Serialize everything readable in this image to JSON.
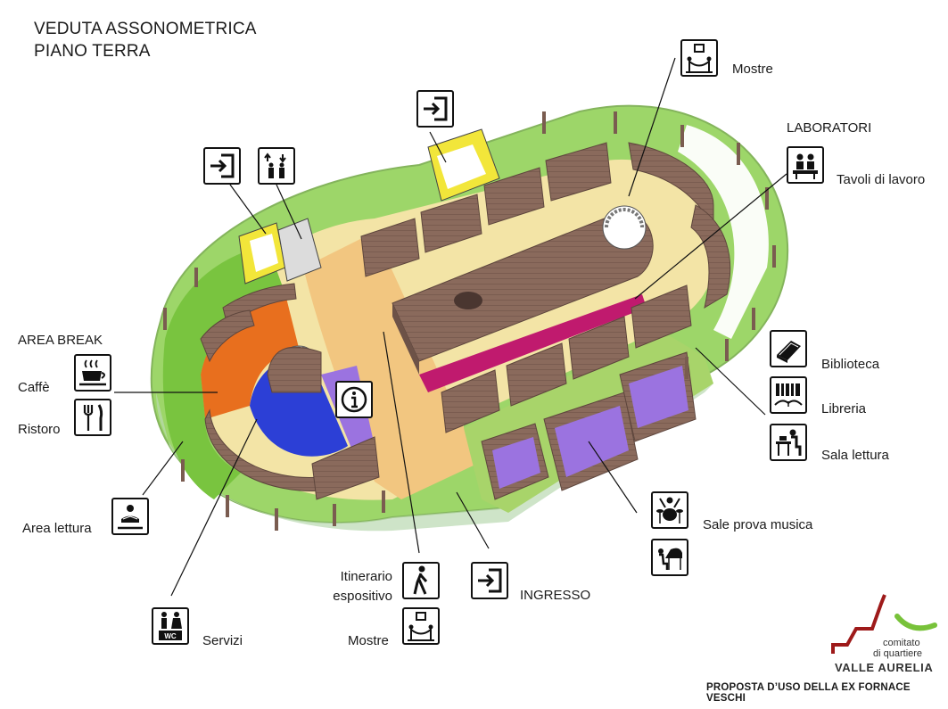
{
  "title": {
    "line1": "VEDUTA ASSONOMETRICA",
    "line2": "PIANO TERRA"
  },
  "labels": {
    "mostre_top": "Mostre",
    "laboratori": "LABORATORI",
    "tavoli": "Tavoli di lavoro",
    "area_break": "AREA BREAK",
    "caffe": "Caffè",
    "ristoro": "Ristoro",
    "biblioteca": "Biblioteca",
    "libreria": "Libreria",
    "sala_lettura": "Sala lettura",
    "sale_prova": "Sale prova musica",
    "area_lettura": "Area lettura",
    "itinerario_1": "Itinerario",
    "itinerario_2": "espositivo",
    "ingresso": "INGRESSO",
    "mostre_bottom": "Mostre",
    "servizi": "Servizi"
  },
  "logo": {
    "line1": "comitato",
    "line2": "di quartiere",
    "brand": "VALLE AURELIA"
  },
  "footer": "PROPOSTA D’USO DELLA EX FORNACE VESCHI",
  "icons": [
    "entrance-icon",
    "elevator-icon",
    "exhibition-icon",
    "workshop-table-icon",
    "coffee-icon",
    "cutlery-icon",
    "info-icon",
    "book-icon",
    "bookshelf-icon",
    "reading-desk-icon",
    "drums-icon",
    "piano-icon",
    "reader-icon",
    "walking-person-icon",
    "restroom-icon"
  ],
  "colors": {
    "outer_ring": "#8ccf4f",
    "floor": "#f3e4a6",
    "corridor": "#f2c680",
    "laboratori_band": "#c01a6e",
    "services": "#2c3fd6",
    "break": "#e86f1e",
    "music_rooms": "#9b73e0",
    "walls": "#8a6a5c",
    "stairs": "#f2e63a",
    "logo_red": "#9e1a1a",
    "logo_green": "#78c23a"
  }
}
